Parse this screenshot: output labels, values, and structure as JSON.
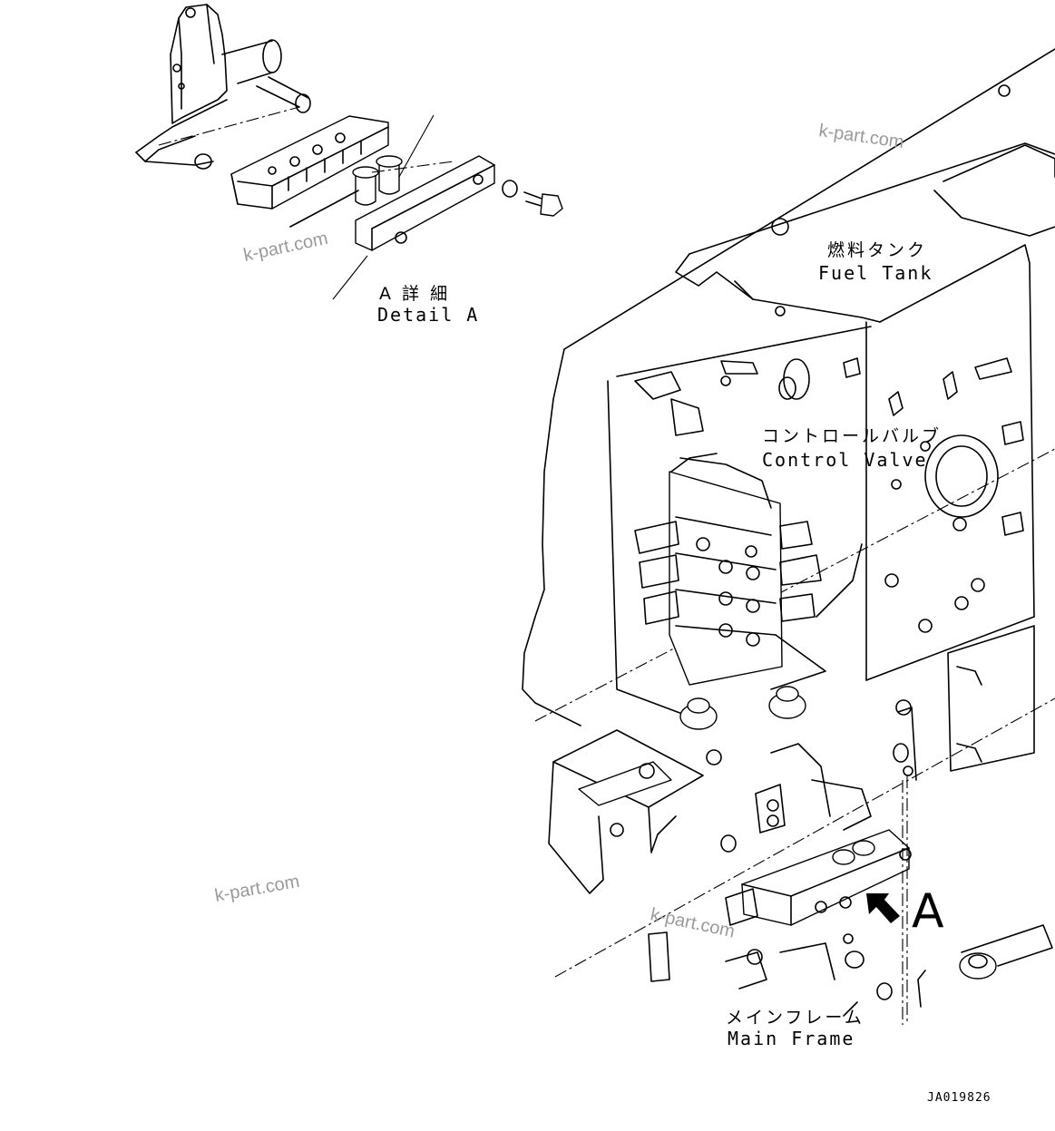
{
  "labels": {
    "detail_jp": "A 詳 細",
    "detail_en": "Detail A",
    "fuel_tank_jp": "燃料タンク",
    "fuel_tank_en": "Fuel Tank",
    "control_valve_jp": "コントロールバルブ",
    "control_valve_en": "Control Valve",
    "main_frame_jp": "メインフレーム",
    "main_frame_en": "Main Frame",
    "view_marker": "A",
    "drawing_code": "JA019826"
  },
  "watermarks": [
    "k-part.com",
    "k-part.com",
    "k-part.com",
    "k-part.com"
  ]
}
